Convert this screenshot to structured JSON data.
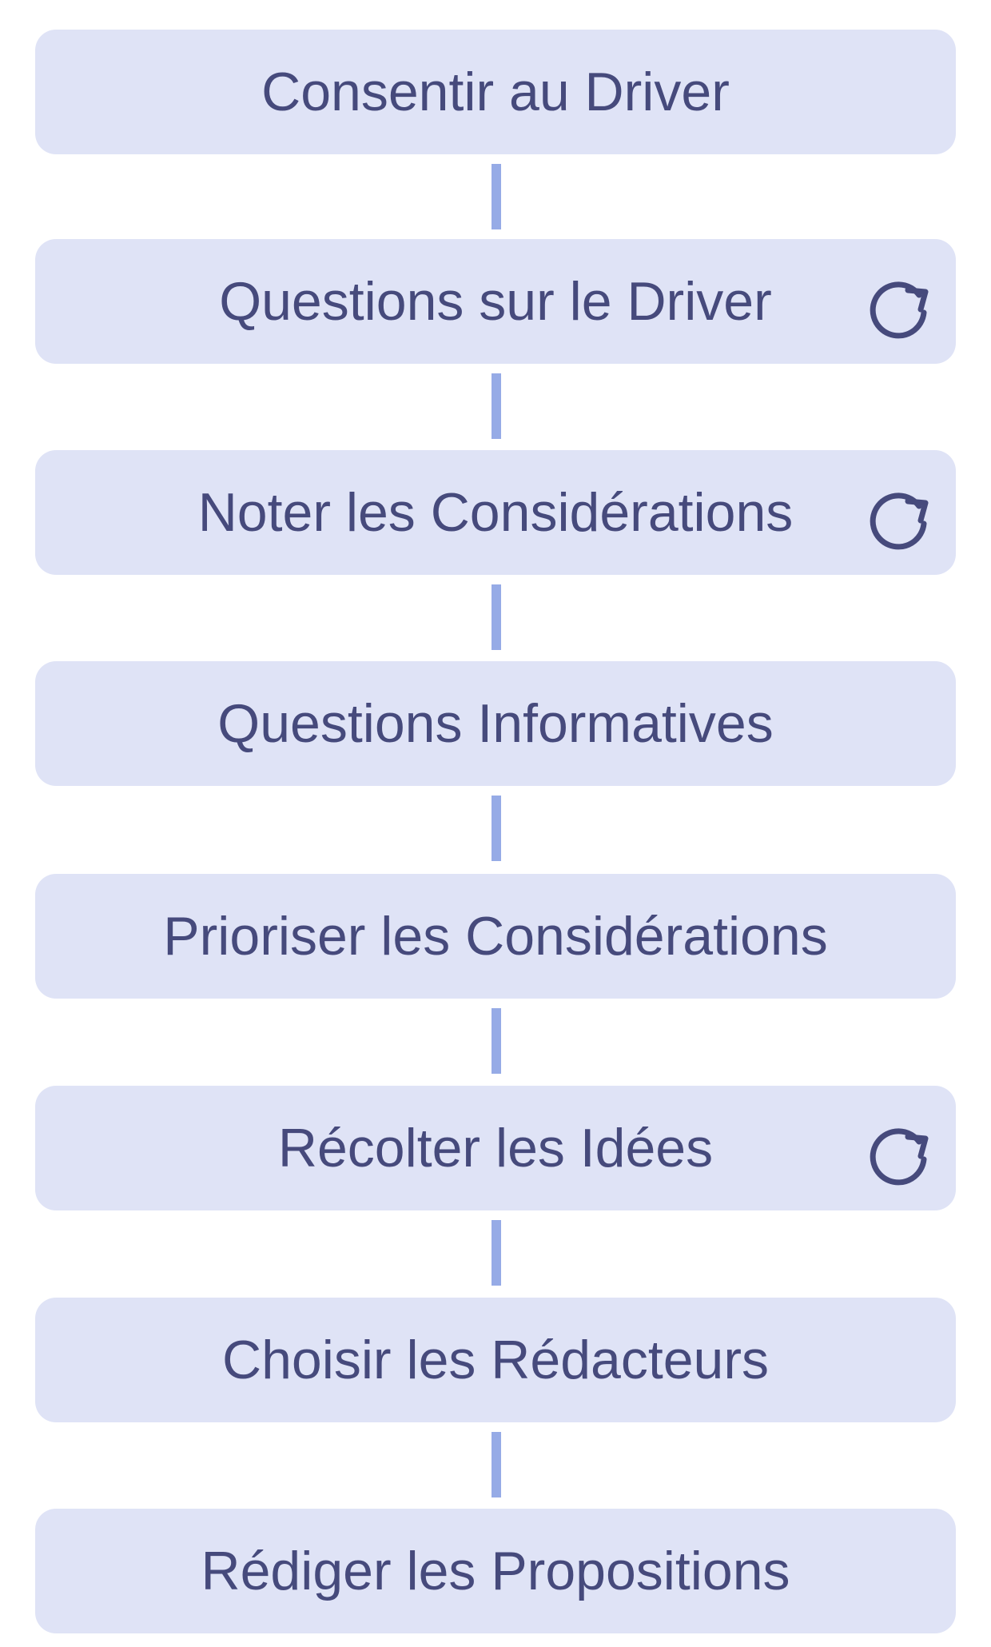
{
  "diagram": {
    "colors": {
      "box_fill": "#dfe3f6",
      "text": "#464a7c",
      "connector": "#96abe6",
      "background": "#ffffff"
    },
    "steps": [
      {
        "label": "Consentir au Driver",
        "repeat": false
      },
      {
        "label": "Questions sur le Driver",
        "repeat": true,
        "icon": "repeat-icon"
      },
      {
        "label": "Noter les Considérations",
        "repeat": true,
        "icon": "repeat-icon"
      },
      {
        "label": "Questions Informatives",
        "repeat": false
      },
      {
        "label": "Prioriser les Considérations",
        "repeat": false
      },
      {
        "label": "Récolter les Idées",
        "repeat": true,
        "icon": "repeat-icon"
      },
      {
        "label": "Choisir les Rédacteurs",
        "repeat": false
      },
      {
        "label": "Rédiger les Propositions",
        "repeat": false
      }
    ]
  }
}
